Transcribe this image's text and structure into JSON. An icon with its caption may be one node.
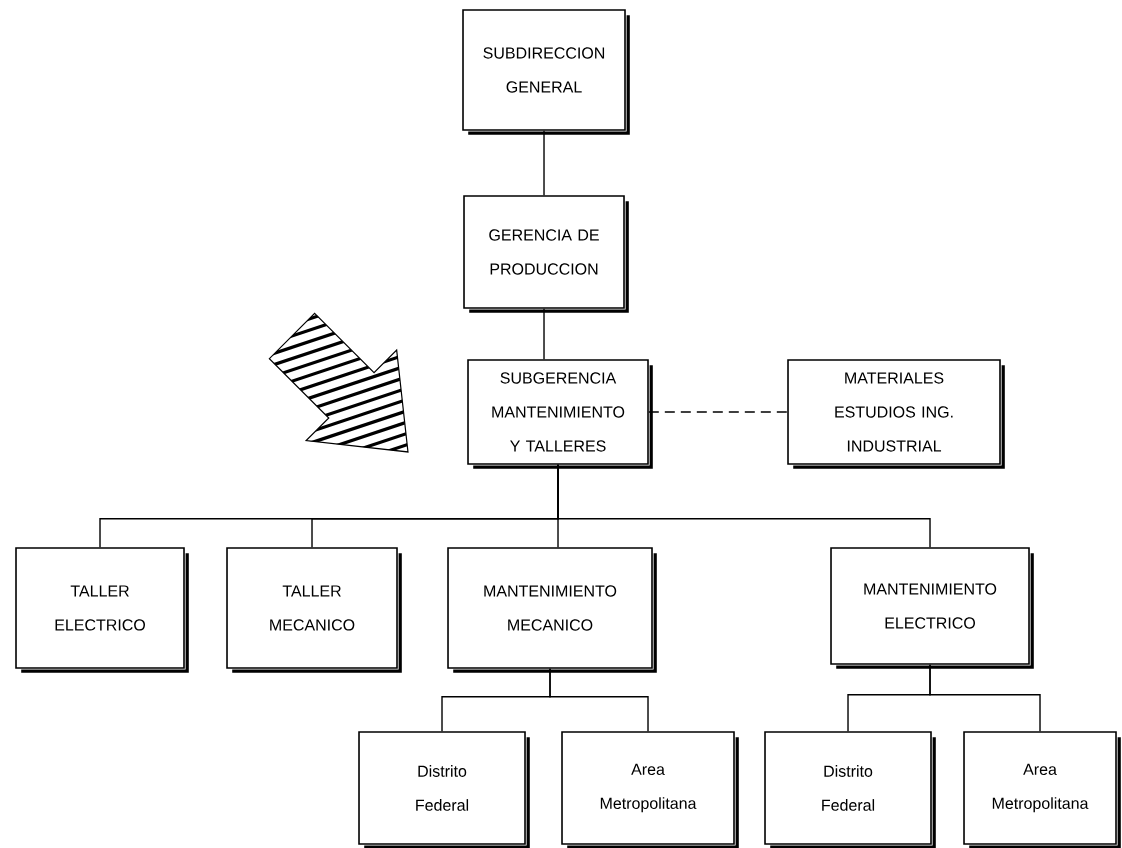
{
  "diagram": {
    "nodes": [
      {
        "text": [
          "SUBDIRECCION GENERAL"
        ]
      },
      {
        "text": [
          "GERENCIA DE PRODUCCION"
        ]
      },
      {
        "text": [
          "SUBGERENCIA MANTENIMIENTO Y TALLERES"
        ]
      },
      {
        "text": [
          "MATERIALES ESTUDIOS ING. INDUSTRIAL"
        ]
      },
      {
        "text": [
          "TALLER ELECTRICO"
        ]
      },
      {
        "text": [
          "TALLER MECANICO"
        ]
      },
      {
        "text": [
          "MANTENIMIENTO MECANICO"
        ]
      },
      {
        "text": [
          "MANTENIMIENTO ELECTRICO"
        ]
      },
      {
        "text": [
          "Distrito Federal"
        ]
      },
      {
        "text": [
          "Area Metropolitana"
        ]
      },
      {
        "text": [
          "Distrito Federal"
        ]
      },
      {
        "text": [
          "Area Metropolitana"
        ]
      }
    ],
    "edges": [
      {
        "from": 0,
        "to": 1,
        "arrow": "none"
      },
      {
        "from": 1,
        "to": 2,
        "arrow": "none"
      },
      {
        "from": 2,
        "to": 3,
        "arrow": "none",
        "style": "dashed"
      },
      {
        "from": 2,
        "to": 4,
        "arrow": "none"
      },
      {
        "from": 2,
        "to": 5,
        "arrow": "none"
      },
      {
        "from": 2,
        "to": 6,
        "arrow": "none"
      },
      {
        "from": 2,
        "to": 7,
        "arrow": "none"
      },
      {
        "from": 6,
        "to": 8,
        "arrow": "none"
      },
      {
        "from": 6,
        "to": 9,
        "arrow": "none"
      },
      {
        "from": 7,
        "to": 10,
        "arrow": "none"
      },
      {
        "from": 7,
        "to": 11,
        "arrow": "none"
      }
    ]
  }
}
